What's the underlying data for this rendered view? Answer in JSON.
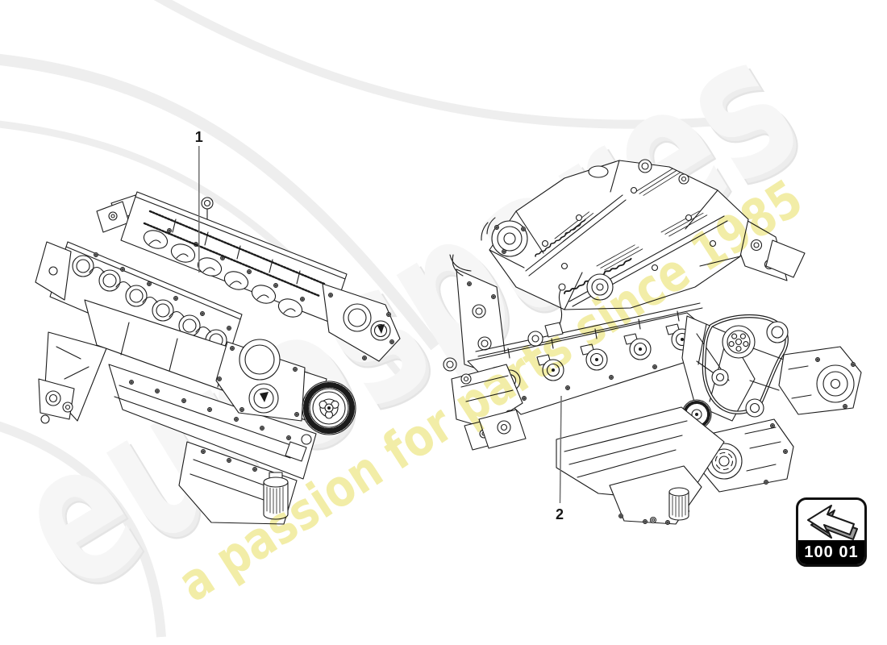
{
  "page": {
    "background_color": "#ffffff",
    "line_color": "#1b1b1b",
    "leader_line_color": "#6f6f6f"
  },
  "watermark": {
    "brand_text": "eurospares",
    "brand_fill": "#f6f6f6",
    "brand_outline": "#dadada",
    "tagline_text": "a passion for parts since 1985",
    "tagline_color": "#e8df5f",
    "swoosh_color": "#eeeeee"
  },
  "diagram": {
    "callouts": [
      {
        "label": "1"
      },
      {
        "label": "2"
      }
    ]
  },
  "nav_box": {
    "code": "100 01",
    "icon": "back-arrow-icon"
  }
}
